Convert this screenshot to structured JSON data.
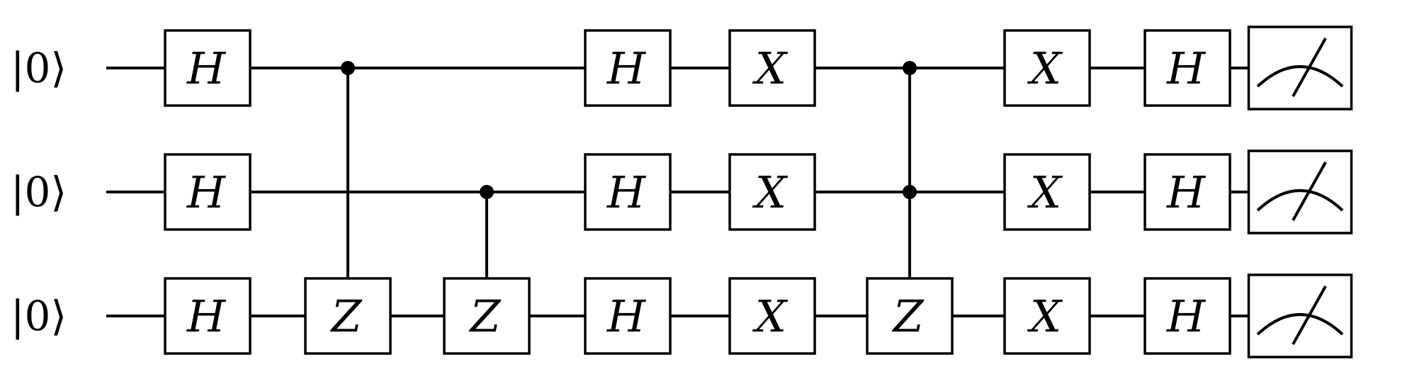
{
  "diagram": {
    "type": "quantum-circuit",
    "qubits": [
      {
        "initial_state": "|0⟩"
      },
      {
        "initial_state": "|0⟩"
      },
      {
        "initial_state": "|0⟩"
      }
    ],
    "columns": [
      {
        "type": "single",
        "gates": [
          "H",
          "H",
          "H"
        ]
      },
      {
        "type": "controlled",
        "controls": [
          0
        ],
        "target": 2,
        "label": "Z"
      },
      {
        "type": "controlled",
        "controls": [
          1
        ],
        "target": 2,
        "label": "Z"
      },
      {
        "type": "single",
        "gates": [
          "H",
          "H",
          "H"
        ]
      },
      {
        "type": "single",
        "gates": [
          "X",
          "X",
          "X"
        ]
      },
      {
        "type": "controlled",
        "controls": [
          0,
          1
        ],
        "target": 2,
        "label": "Z"
      },
      {
        "type": "single",
        "gates": [
          "X",
          "X",
          "X"
        ]
      },
      {
        "type": "single",
        "gates": [
          "H",
          "H",
          "H"
        ]
      },
      {
        "type": "measure",
        "qubits": [
          0,
          1,
          2
        ]
      }
    ]
  }
}
